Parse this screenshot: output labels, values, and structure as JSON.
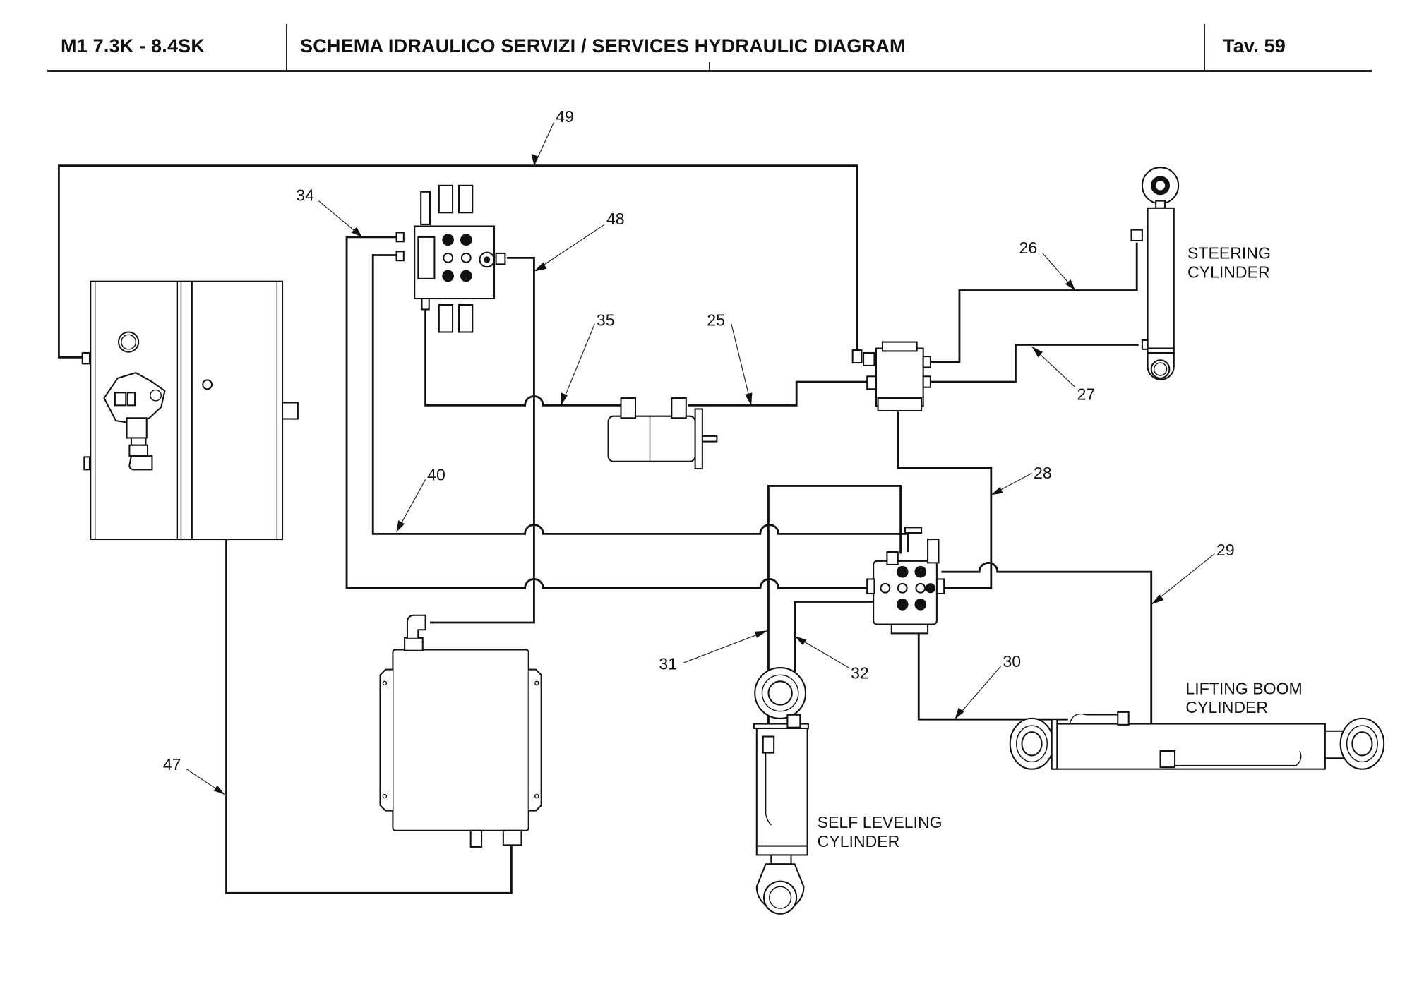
{
  "header": {
    "model": "M1 7.3K - 8.4SK",
    "title": "SCHEMA IDRAULICO SERVIZI / SERVICES HYDRAULIC DIAGRAM",
    "table": "Tav.  59"
  },
  "components": {
    "steering": [
      "STEERING",
      "CYLINDER"
    ],
    "lifting": [
      "LIFTING BOOM",
      "CYLINDER"
    ],
    "leveling": [
      "SELF LEVELING",
      "CYLINDER"
    ]
  },
  "callouts": {
    "c49": "49",
    "c34": "34",
    "c48": "48",
    "c35": "35",
    "c25": "25",
    "c26": "26",
    "c27": "27",
    "c28": "28",
    "c40": "40",
    "c29": "29",
    "c31": "31",
    "c32": "32",
    "c30": "30",
    "c47": "47"
  },
  "colors": {
    "line": "#111111",
    "background": "#ffffff"
  }
}
